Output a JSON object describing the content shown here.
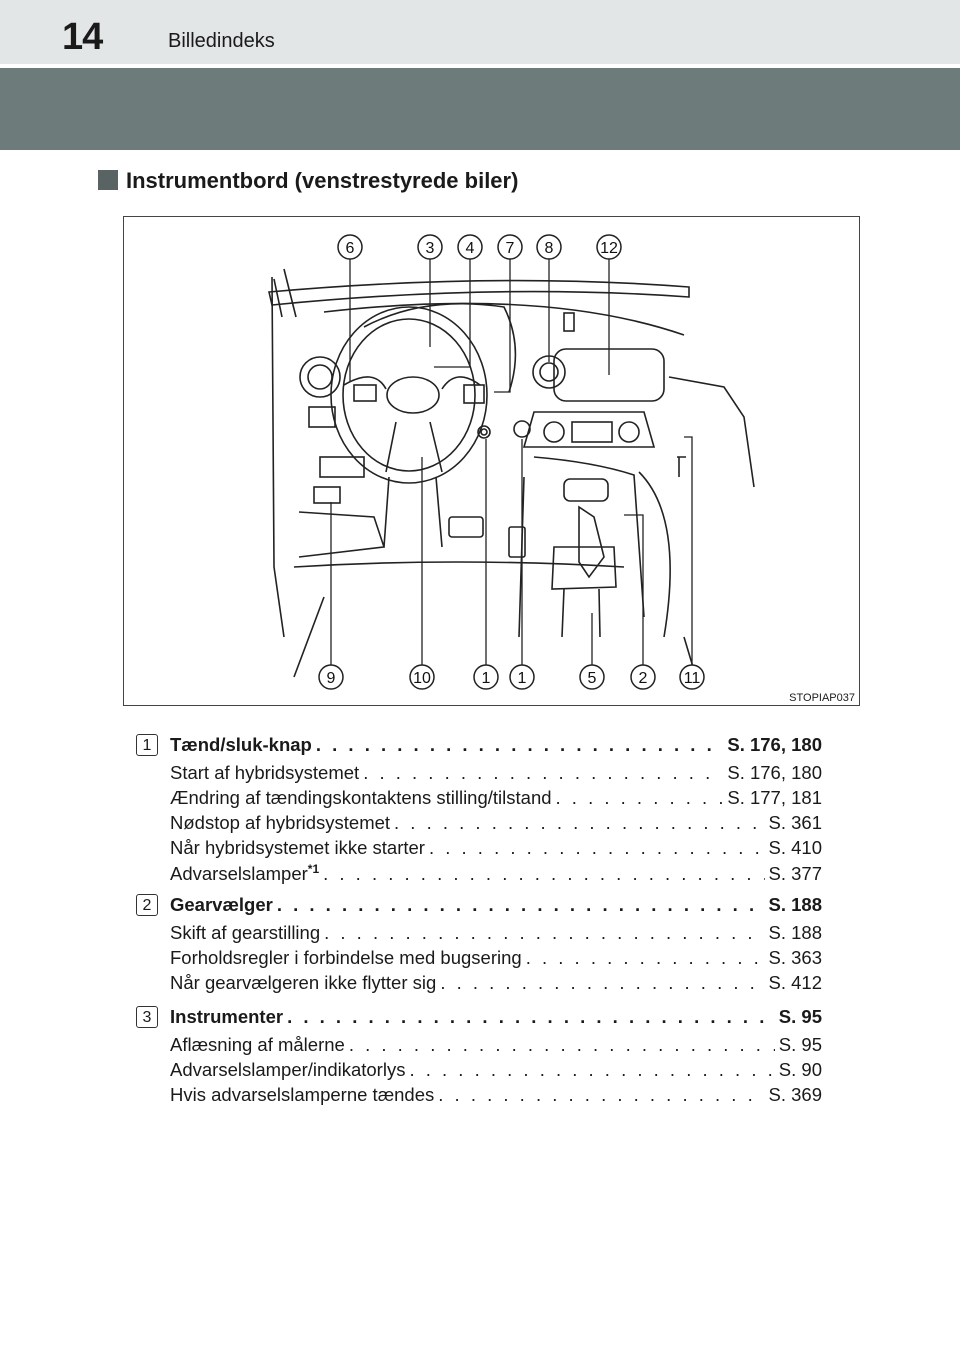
{
  "header": {
    "page_number": "14",
    "title": "Billedindeks"
  },
  "section": {
    "title": "Instrumentbord (venstrestyrede biler)"
  },
  "figure": {
    "code": "STOPIAP037",
    "callouts_top": [
      "6",
      "3",
      "4",
      "7",
      "8",
      "12"
    ],
    "callouts_bottom": [
      "9",
      "10",
      "1",
      "1",
      "5",
      "2",
      "11"
    ]
  },
  "entries": [
    {
      "num": "1",
      "main": {
        "label": "Tænd/sluk-knap",
        "page": "S. 176, 180"
      },
      "subs": [
        {
          "label": "Start af hybridsystemet",
          "page": "S. 176, 180"
        },
        {
          "label": "Ændring af tændingskontaktens stilling/tilstand",
          "page": "S. 177, 181"
        },
        {
          "label": "Nødstop af hybridsystemet",
          "page": "S. 361"
        },
        {
          "label": "Når hybridsystemet ikke starter",
          "page": "S. 410"
        },
        {
          "label": "Advarselslamper",
          "sup": "*1",
          "page": "S. 377"
        }
      ]
    },
    {
      "num": "2",
      "main": {
        "label": "Gearvælger",
        "page": "S. 188"
      },
      "subs": [
        {
          "label": "Skift af gearstilling",
          "page": "S. 188"
        },
        {
          "label": "Forholdsregler i forbindelse med bugsering",
          "page": "S. 363"
        },
        {
          "label": "Når gearvælgeren ikke flytter sig",
          "page": "S. 412"
        }
      ]
    },
    {
      "num": "3",
      "main": {
        "label": "Instrumenter",
        "page": "S. 95"
      },
      "subs": [
        {
          "label": "Aflæsning af målerne",
          "page": "S. 95"
        },
        {
          "label": "Advarselslamper/indikatorlys",
          "page": "S. 90"
        },
        {
          "label": "Hvis advarselslamperne tændes",
          "page": "S. 369"
        }
      ]
    }
  ],
  "colors": {
    "header_band": "#6e7b7b",
    "header_top": "#e3e6e6",
    "section_square": "#5a6363"
  }
}
